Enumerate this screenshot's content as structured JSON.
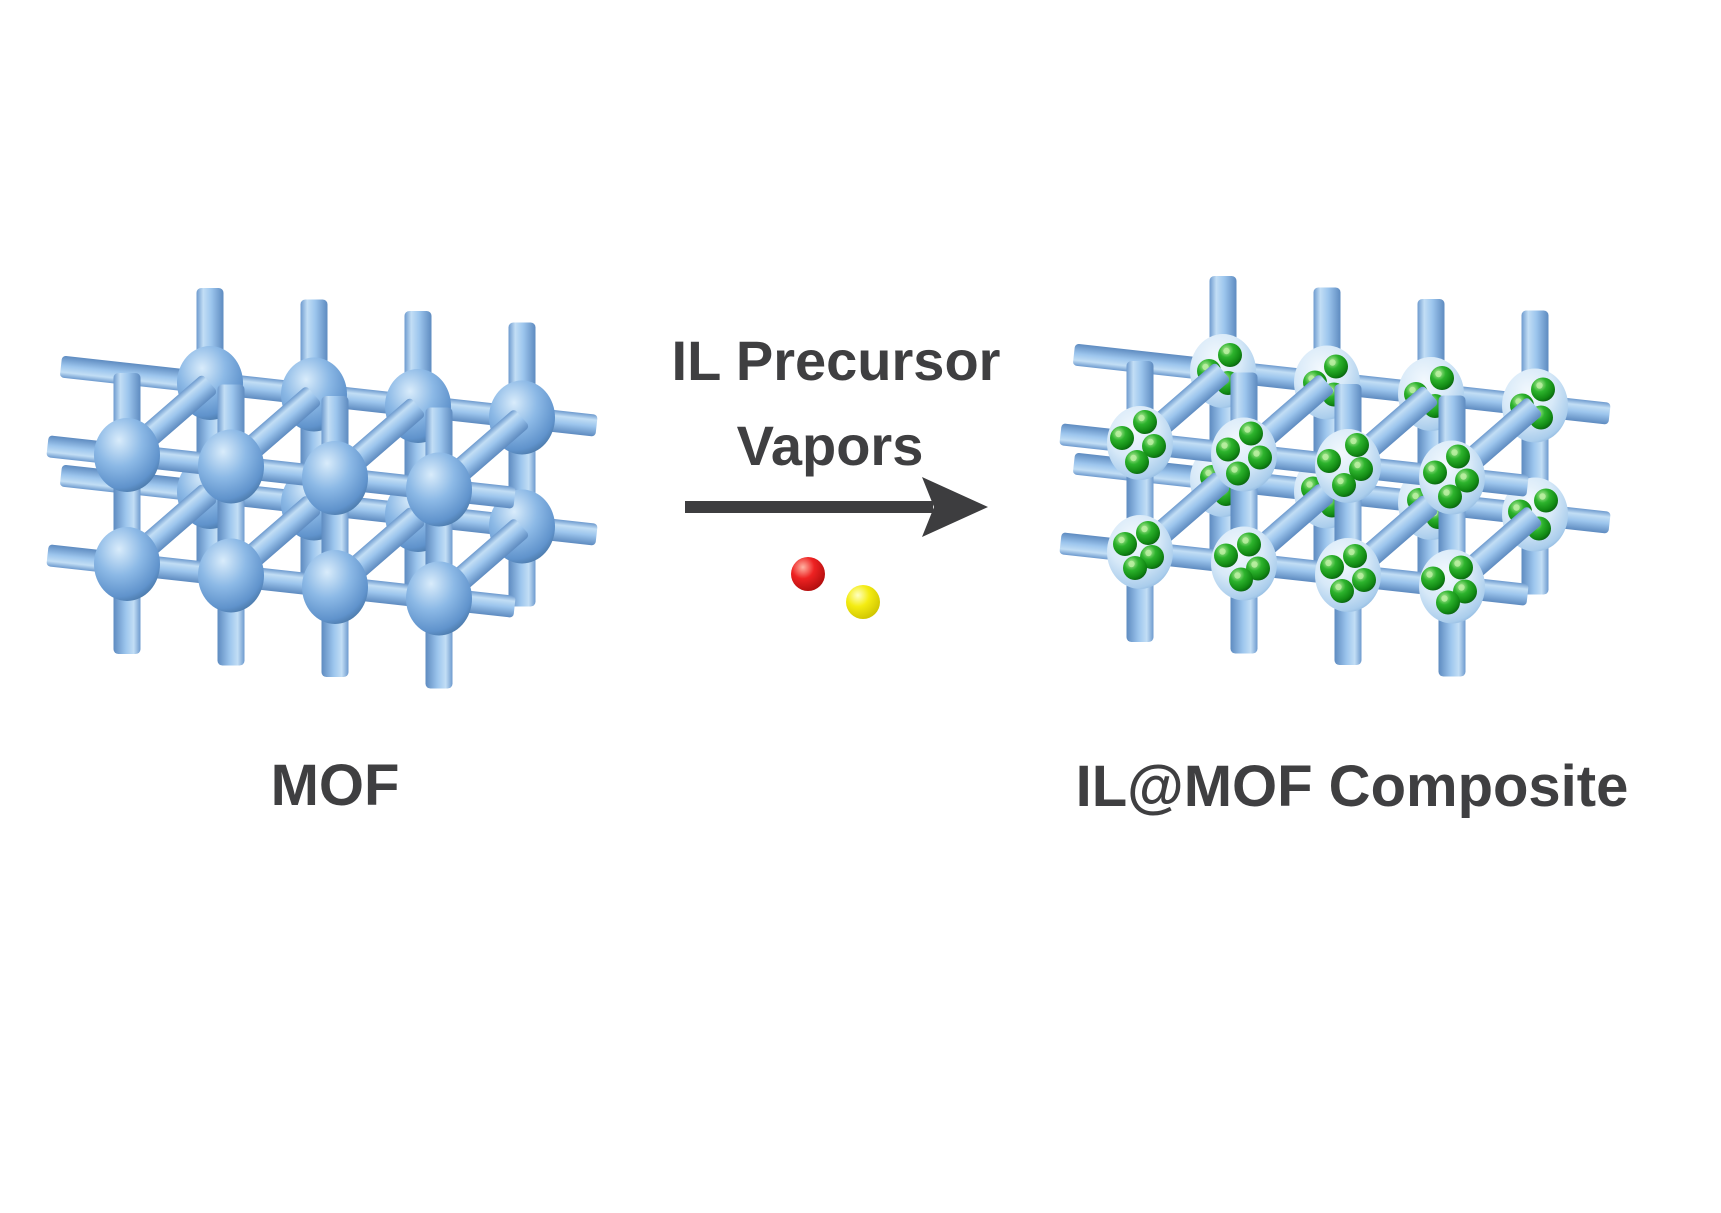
{
  "figure": {
    "description_left_to_right": "MOF lattice, reaction arrow with IL precursor vapor spheres, IL@MOF composite lattice"
  },
  "arrow": {
    "label_line1": "IL Precursor",
    "label_line2": "Vapors"
  },
  "structures": {
    "mof": {
      "label": "MOF",
      "node_count": 16,
      "columns": 4,
      "rows_deep": 2,
      "layers": 2,
      "has_guest_molecules": false
    },
    "composite": {
      "label": "IL@MOF Composite",
      "node_count": 16,
      "columns": 4,
      "rows_deep": 2,
      "layers": 2,
      "has_guest_molecules": true,
      "guests_per_front_node": 4,
      "guests_per_back_node": 3
    }
  },
  "precursor_vapors": [
    {
      "name": "red precursor sphere"
    },
    {
      "name": "yellow precursor sphere"
    }
  ],
  "colors": {
    "background": "#ffffff",
    "text": "#3f3f41",
    "arrow": "#3d3d3f",
    "node_highlight": "#d9ecfb",
    "node_mid": "#8cb9e6",
    "node_dark": "#6093cc",
    "node_rim": "#44719e",
    "pale_node_highlight": "#f2f8fd",
    "pale_node_mid": "#d7e9f8",
    "pale_node_dark": "#aacdec",
    "pale_node_rim": "#7aa7d4",
    "rod_edge": "#6d9ace",
    "rod_light": "#c2def5",
    "rod_mid": "#9cc5ed",
    "rod_shadow": "#5e8bc0",
    "guest_highlight": "#b9eea0",
    "guest_mid": "#2db32d",
    "guest_dark": "#128a14",
    "guest_rim": "#0a6210",
    "red_highlight": "#ffb3a3",
    "red_mid": "#ee2222",
    "red_rim": "#b00d0d",
    "yellow_highlight": "#ffffc2",
    "yellow_mid": "#f4ec12",
    "yellow_rim": "#cfc400"
  }
}
